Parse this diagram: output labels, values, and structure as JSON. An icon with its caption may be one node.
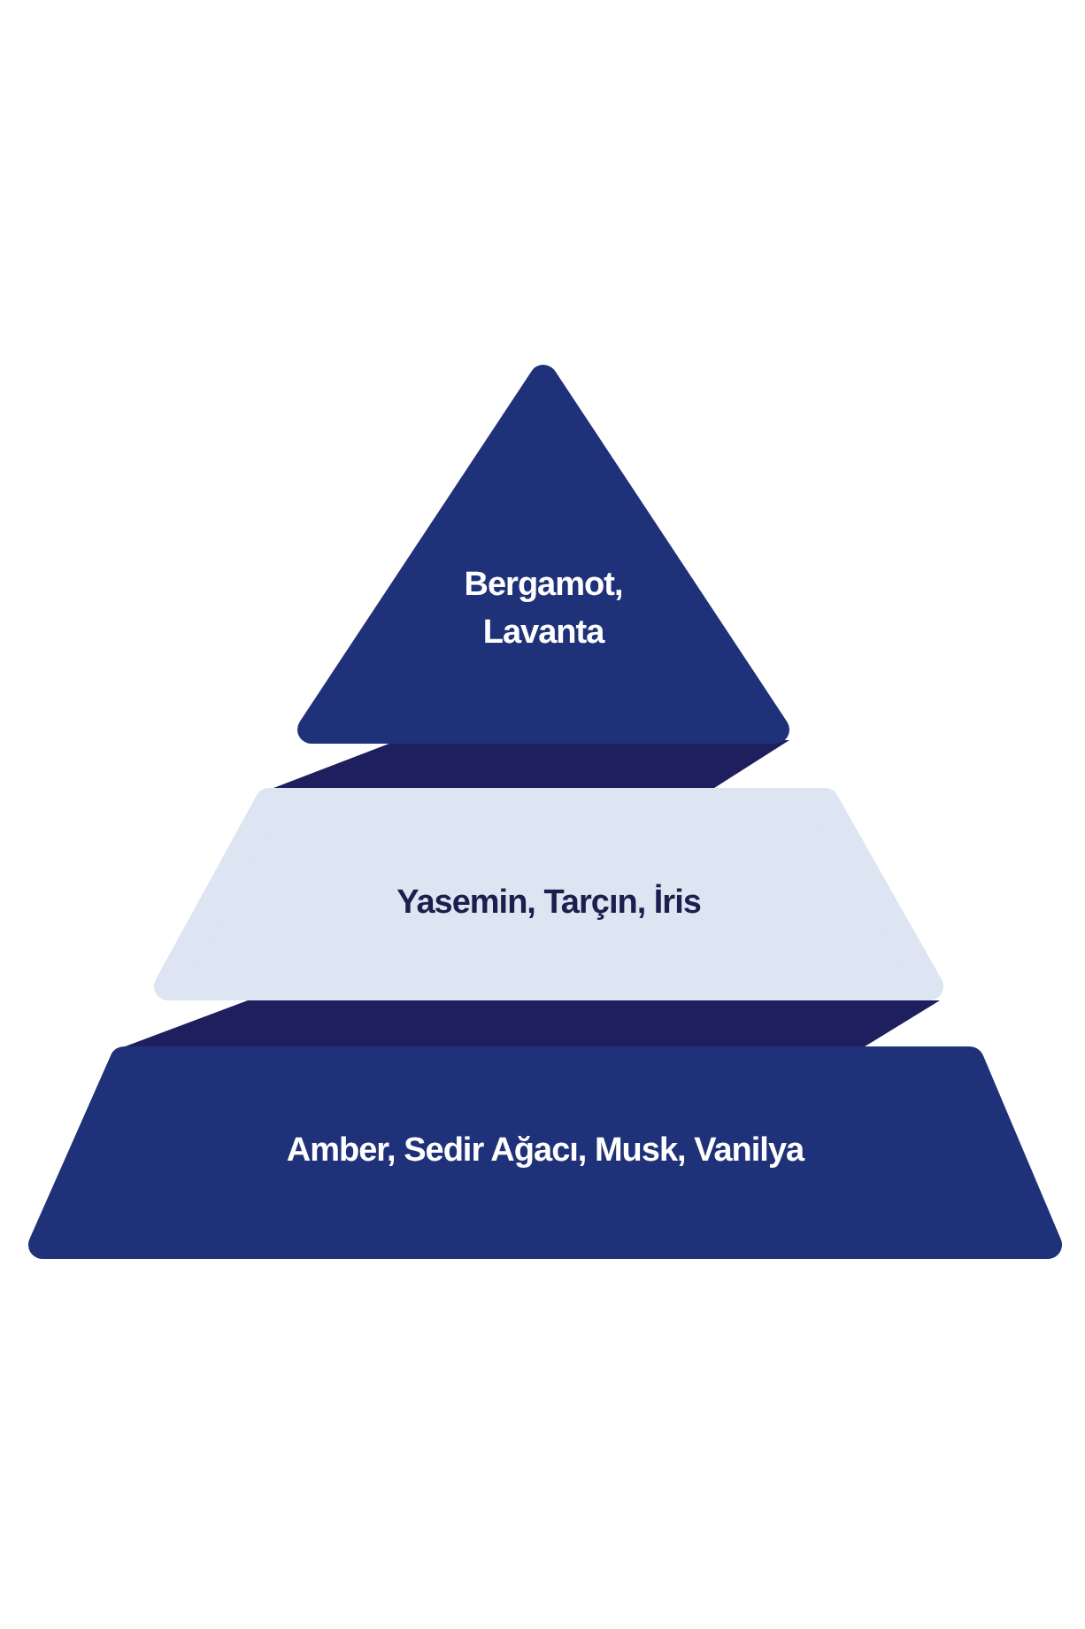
{
  "diagram": {
    "nodes": [
      {
        "text": [
          "Bergamot, Lavanta"
        ]
      },
      {
        "text": [],
        "shape": "band"
      },
      {
        "text": [
          "Yasemin, Tarçın, İris"
        ]
      },
      {
        "text": [],
        "shape": "band"
      },
      {
        "text": [
          "Amber, Sedir Ağacı, Musk, Vanilya"
        ]
      }
    ]
  }
}
